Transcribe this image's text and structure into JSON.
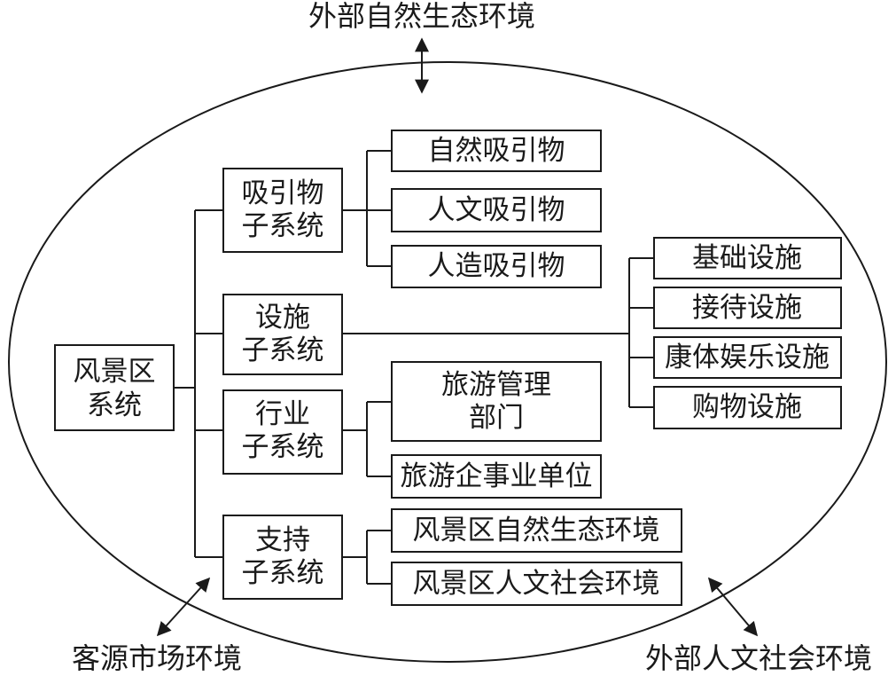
{
  "environments": {
    "top": "外部自然生态环境",
    "bottom_left": "客源市场环境",
    "bottom_right": "外部人文社会环境"
  },
  "root": {
    "line1": "风景区",
    "line2": "系统"
  },
  "subsystems": {
    "attraction": {
      "line1": "吸引物",
      "line2": "子系统"
    },
    "facility": {
      "line1": "设施",
      "line2": "子系统"
    },
    "industry": {
      "line1": "行业",
      "line2": "子系统"
    },
    "support": {
      "line1": "支持",
      "line2": "子系统"
    }
  },
  "attraction_items": [
    "自然吸引物",
    "人文吸引物",
    "人造吸引物"
  ],
  "facility_items": [
    "基础设施",
    "接待设施",
    "康体娱乐设施",
    "购物设施"
  ],
  "industry_items": {
    "management_line1": "旅游管理",
    "management_line2": "部门",
    "enterprise": "旅游企事业单位"
  },
  "support_items": [
    "风景区自然生态环境",
    "风景区人文社会环境"
  ]
}
